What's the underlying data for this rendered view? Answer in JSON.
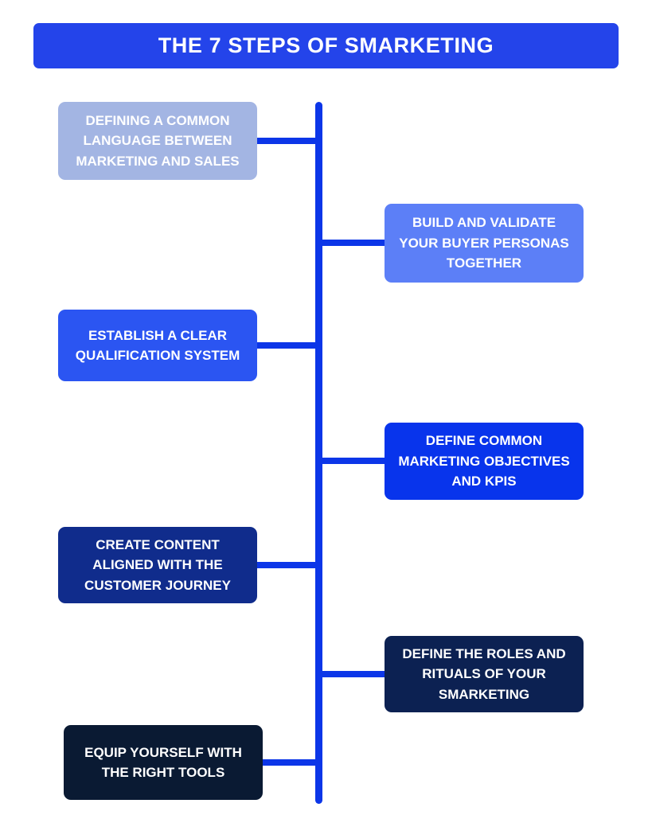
{
  "title": "THE 7 STEPS OF SMARKETING",
  "colors": {
    "header_bg": "#2444ea",
    "spine": "#0c36e8",
    "text": "#ffffff"
  },
  "steps": [
    {
      "label": "DEFINING A COMMON LANGUAGE BETWEEN MARKETING AND SALES",
      "color": "#a3b5e3",
      "side": "left"
    },
    {
      "label": "BUILD AND VALIDATE YOUR BUYER PERSONAS TOGETHER",
      "color": "#5c7ff7",
      "side": "right"
    },
    {
      "label": "ESTABLISH A CLEAR QUALIFICATION SYSTEM",
      "color": "#2b55f2",
      "side": "left"
    },
    {
      "label": "DEFINE COMMON MARKETING OBJECTIVES AND KPIS",
      "color": "#0834ec",
      "side": "right"
    },
    {
      "label": "CREATE CONTENT ALIGNED WITH THE CUSTOMER JOURNEY",
      "color": "#102c8c",
      "side": "left"
    },
    {
      "label": "DEFINE THE ROLES AND RITUALS OF YOUR SMARKETING",
      "color": "#0c2152",
      "side": "right"
    },
    {
      "label": "EQUIP YOURSELF WITH THE RIGHT TOOLS",
      "color": "#0a1a33",
      "side": "left"
    }
  ]
}
